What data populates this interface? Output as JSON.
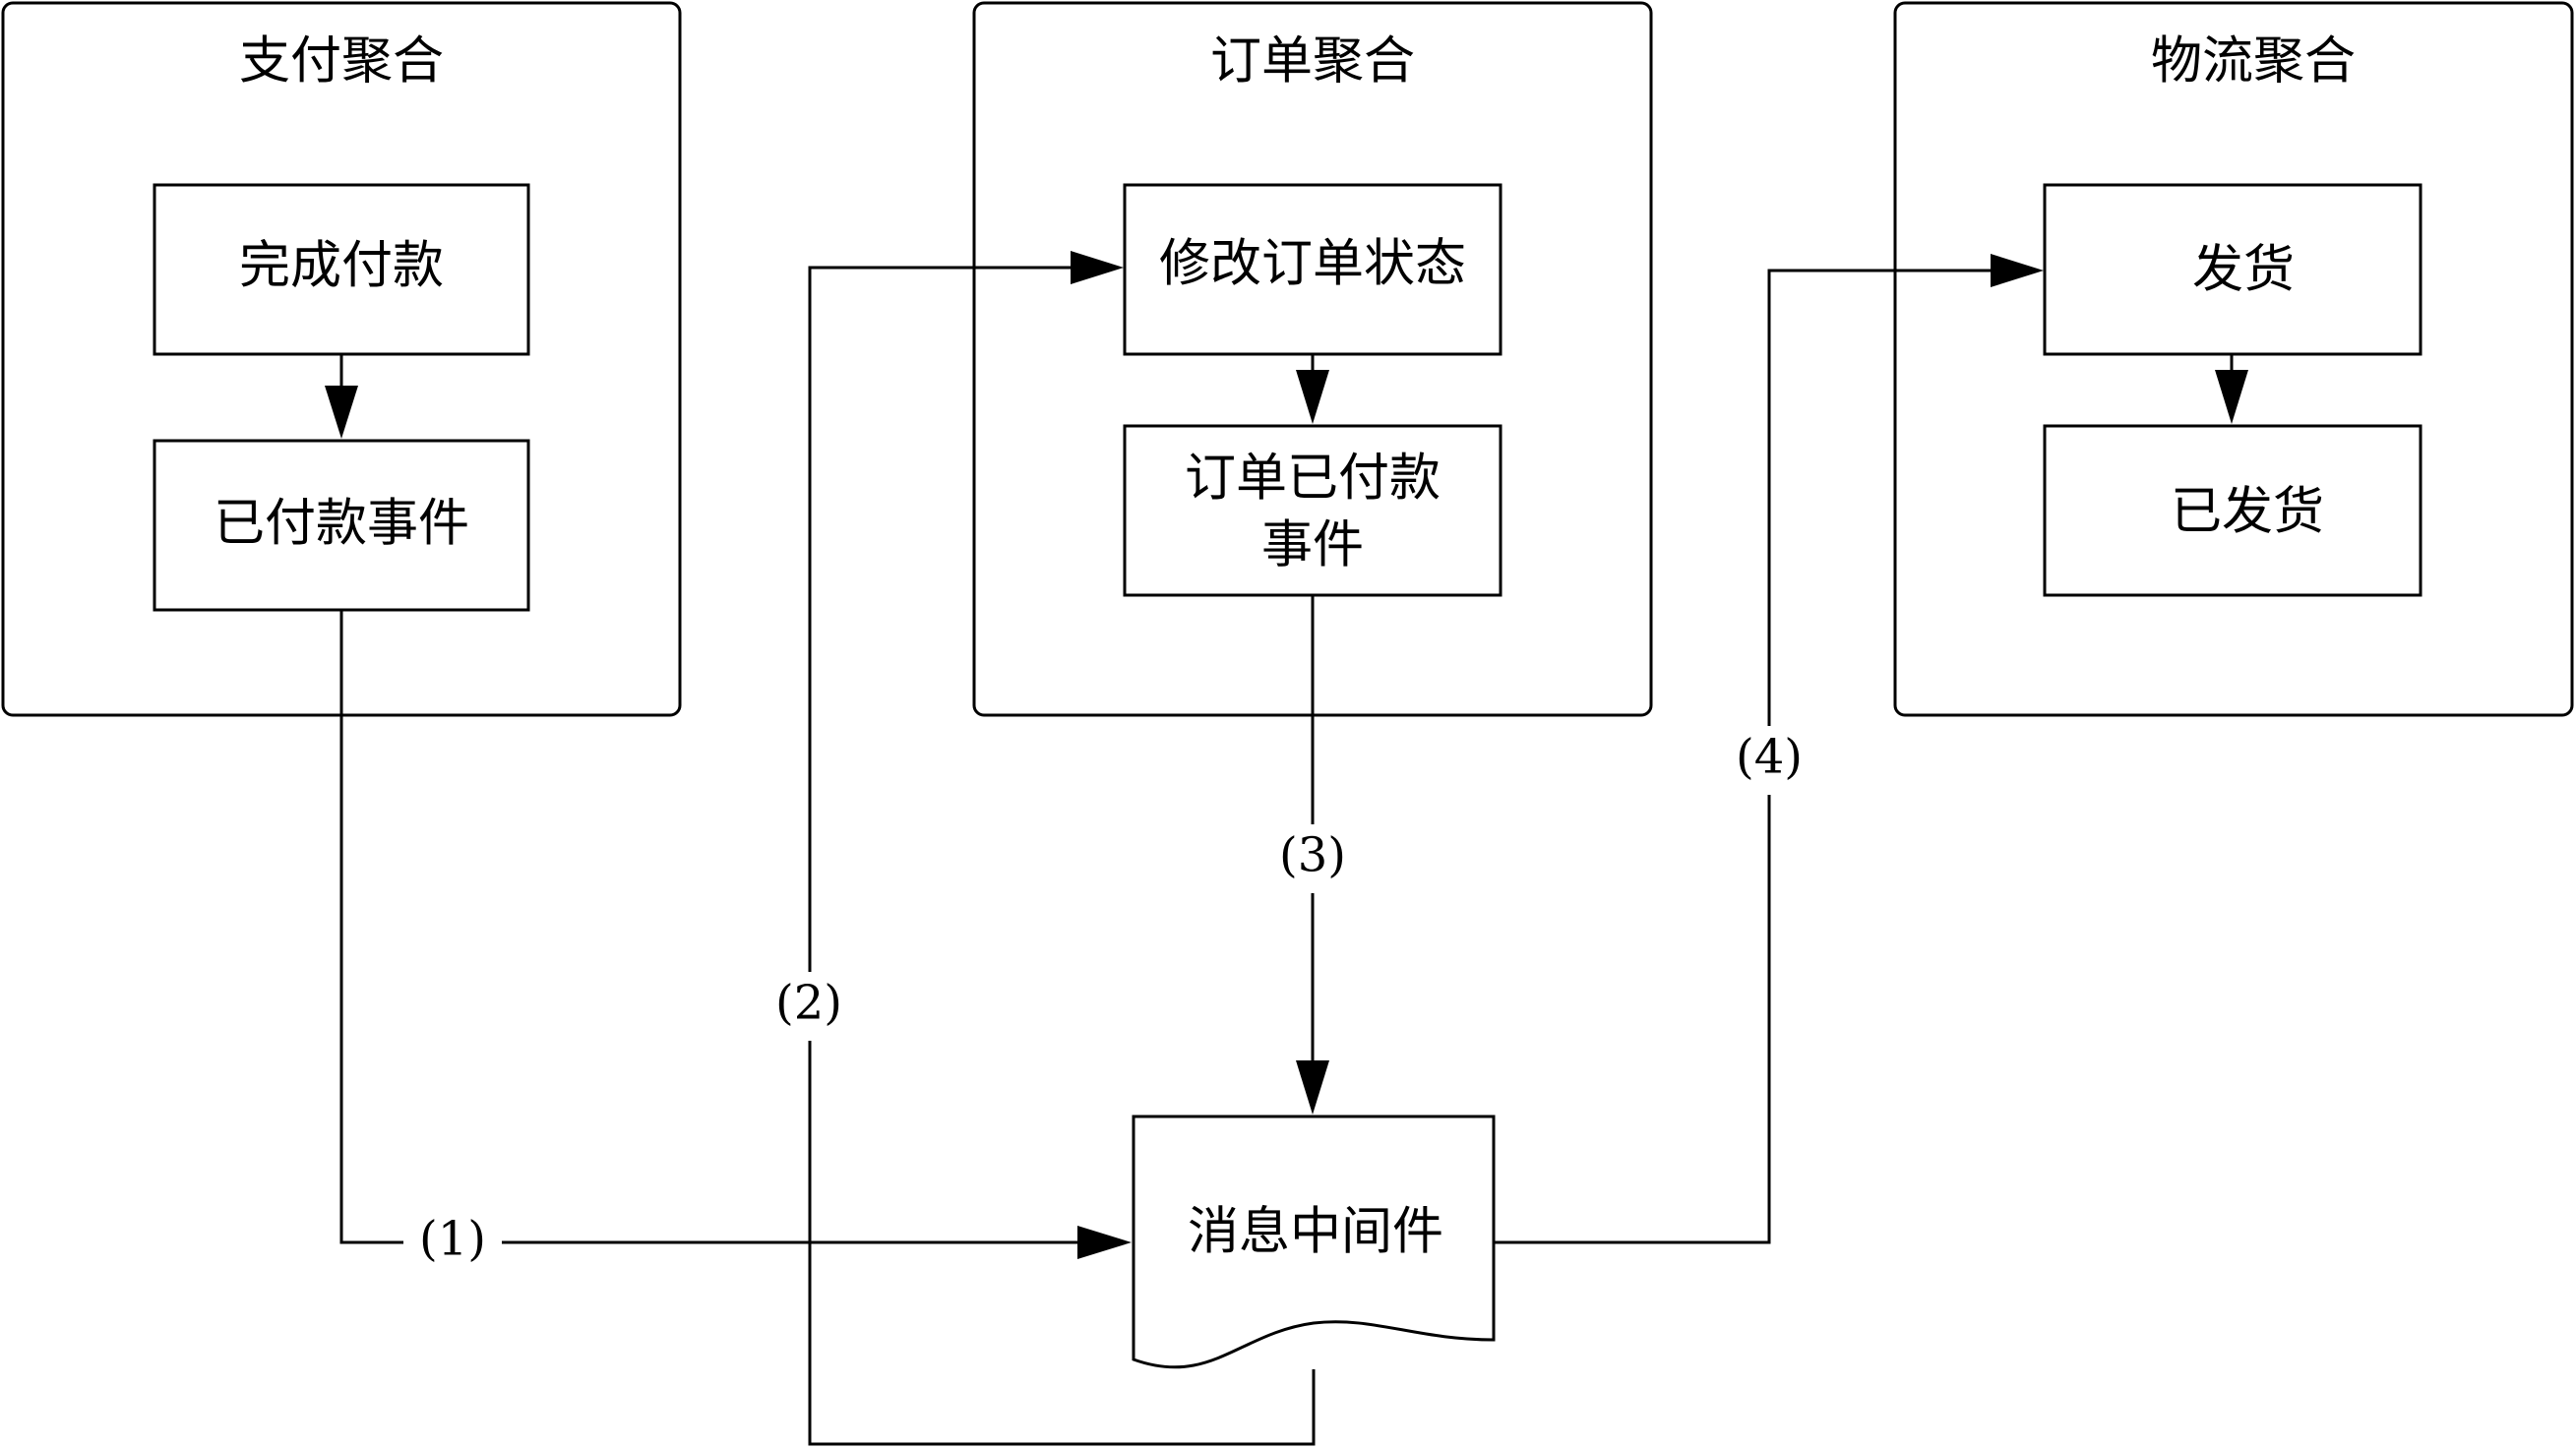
{
  "aggregates": {
    "payment": {
      "title": "支付聚合",
      "complete_payment": "完成付款",
      "paid_event": "已付款事件"
    },
    "order": {
      "title": "订单聚合",
      "update_status": "修改订单状态",
      "order_paid_event_line1": "订单已付款",
      "order_paid_event_line2": "事件"
    },
    "logistics": {
      "title": "物流聚合",
      "ship": "发货",
      "shipped": "已发货"
    }
  },
  "middleware": {
    "label": "消息中间件"
  },
  "steps": {
    "s1": "(1)",
    "s2": "(2)",
    "s3": "(3)",
    "s4": "(4)"
  }
}
